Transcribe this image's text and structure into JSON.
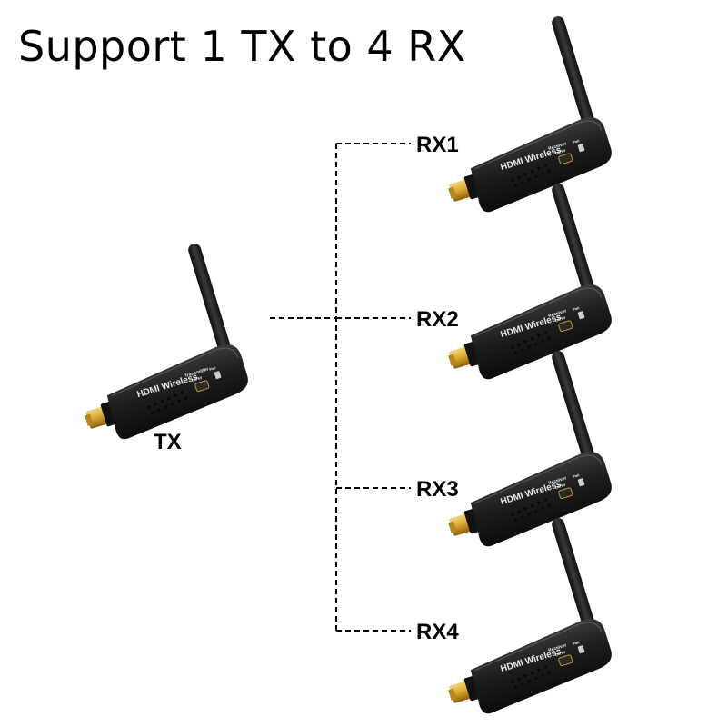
{
  "title": "Support 1 TX to 4 RX",
  "transmitter": {
    "label": "TX",
    "device_text": "HDMI Wireless",
    "device_subtext": "Transmitter",
    "port_text": "DC 5V",
    "pair_text": "Pair"
  },
  "receivers": [
    {
      "label": "RX1",
      "device_text": "HDMI Wireless",
      "device_subtext": "Receiver",
      "port_text": "DC 5V",
      "pair_text": "Pair"
    },
    {
      "label": "RX2",
      "device_text": "HDMI Wireless",
      "device_subtext": "Receiver",
      "port_text": "DC 5V",
      "pair_text": "Pair"
    },
    {
      "label": "RX3",
      "device_text": "HDMI Wireless",
      "device_subtext": "Receiver",
      "port_text": "DC 5V",
      "pair_text": "Pair"
    },
    {
      "label": "RX4",
      "device_text": "HDMI Wireless",
      "device_subtext": "Receiver",
      "port_text": "DC 5V",
      "pair_text": "Pair"
    }
  ],
  "colors": {
    "device_body": "#1d1d1d",
    "hdmi_plug": "#d9a42b",
    "connector_line": "#000000"
  }
}
